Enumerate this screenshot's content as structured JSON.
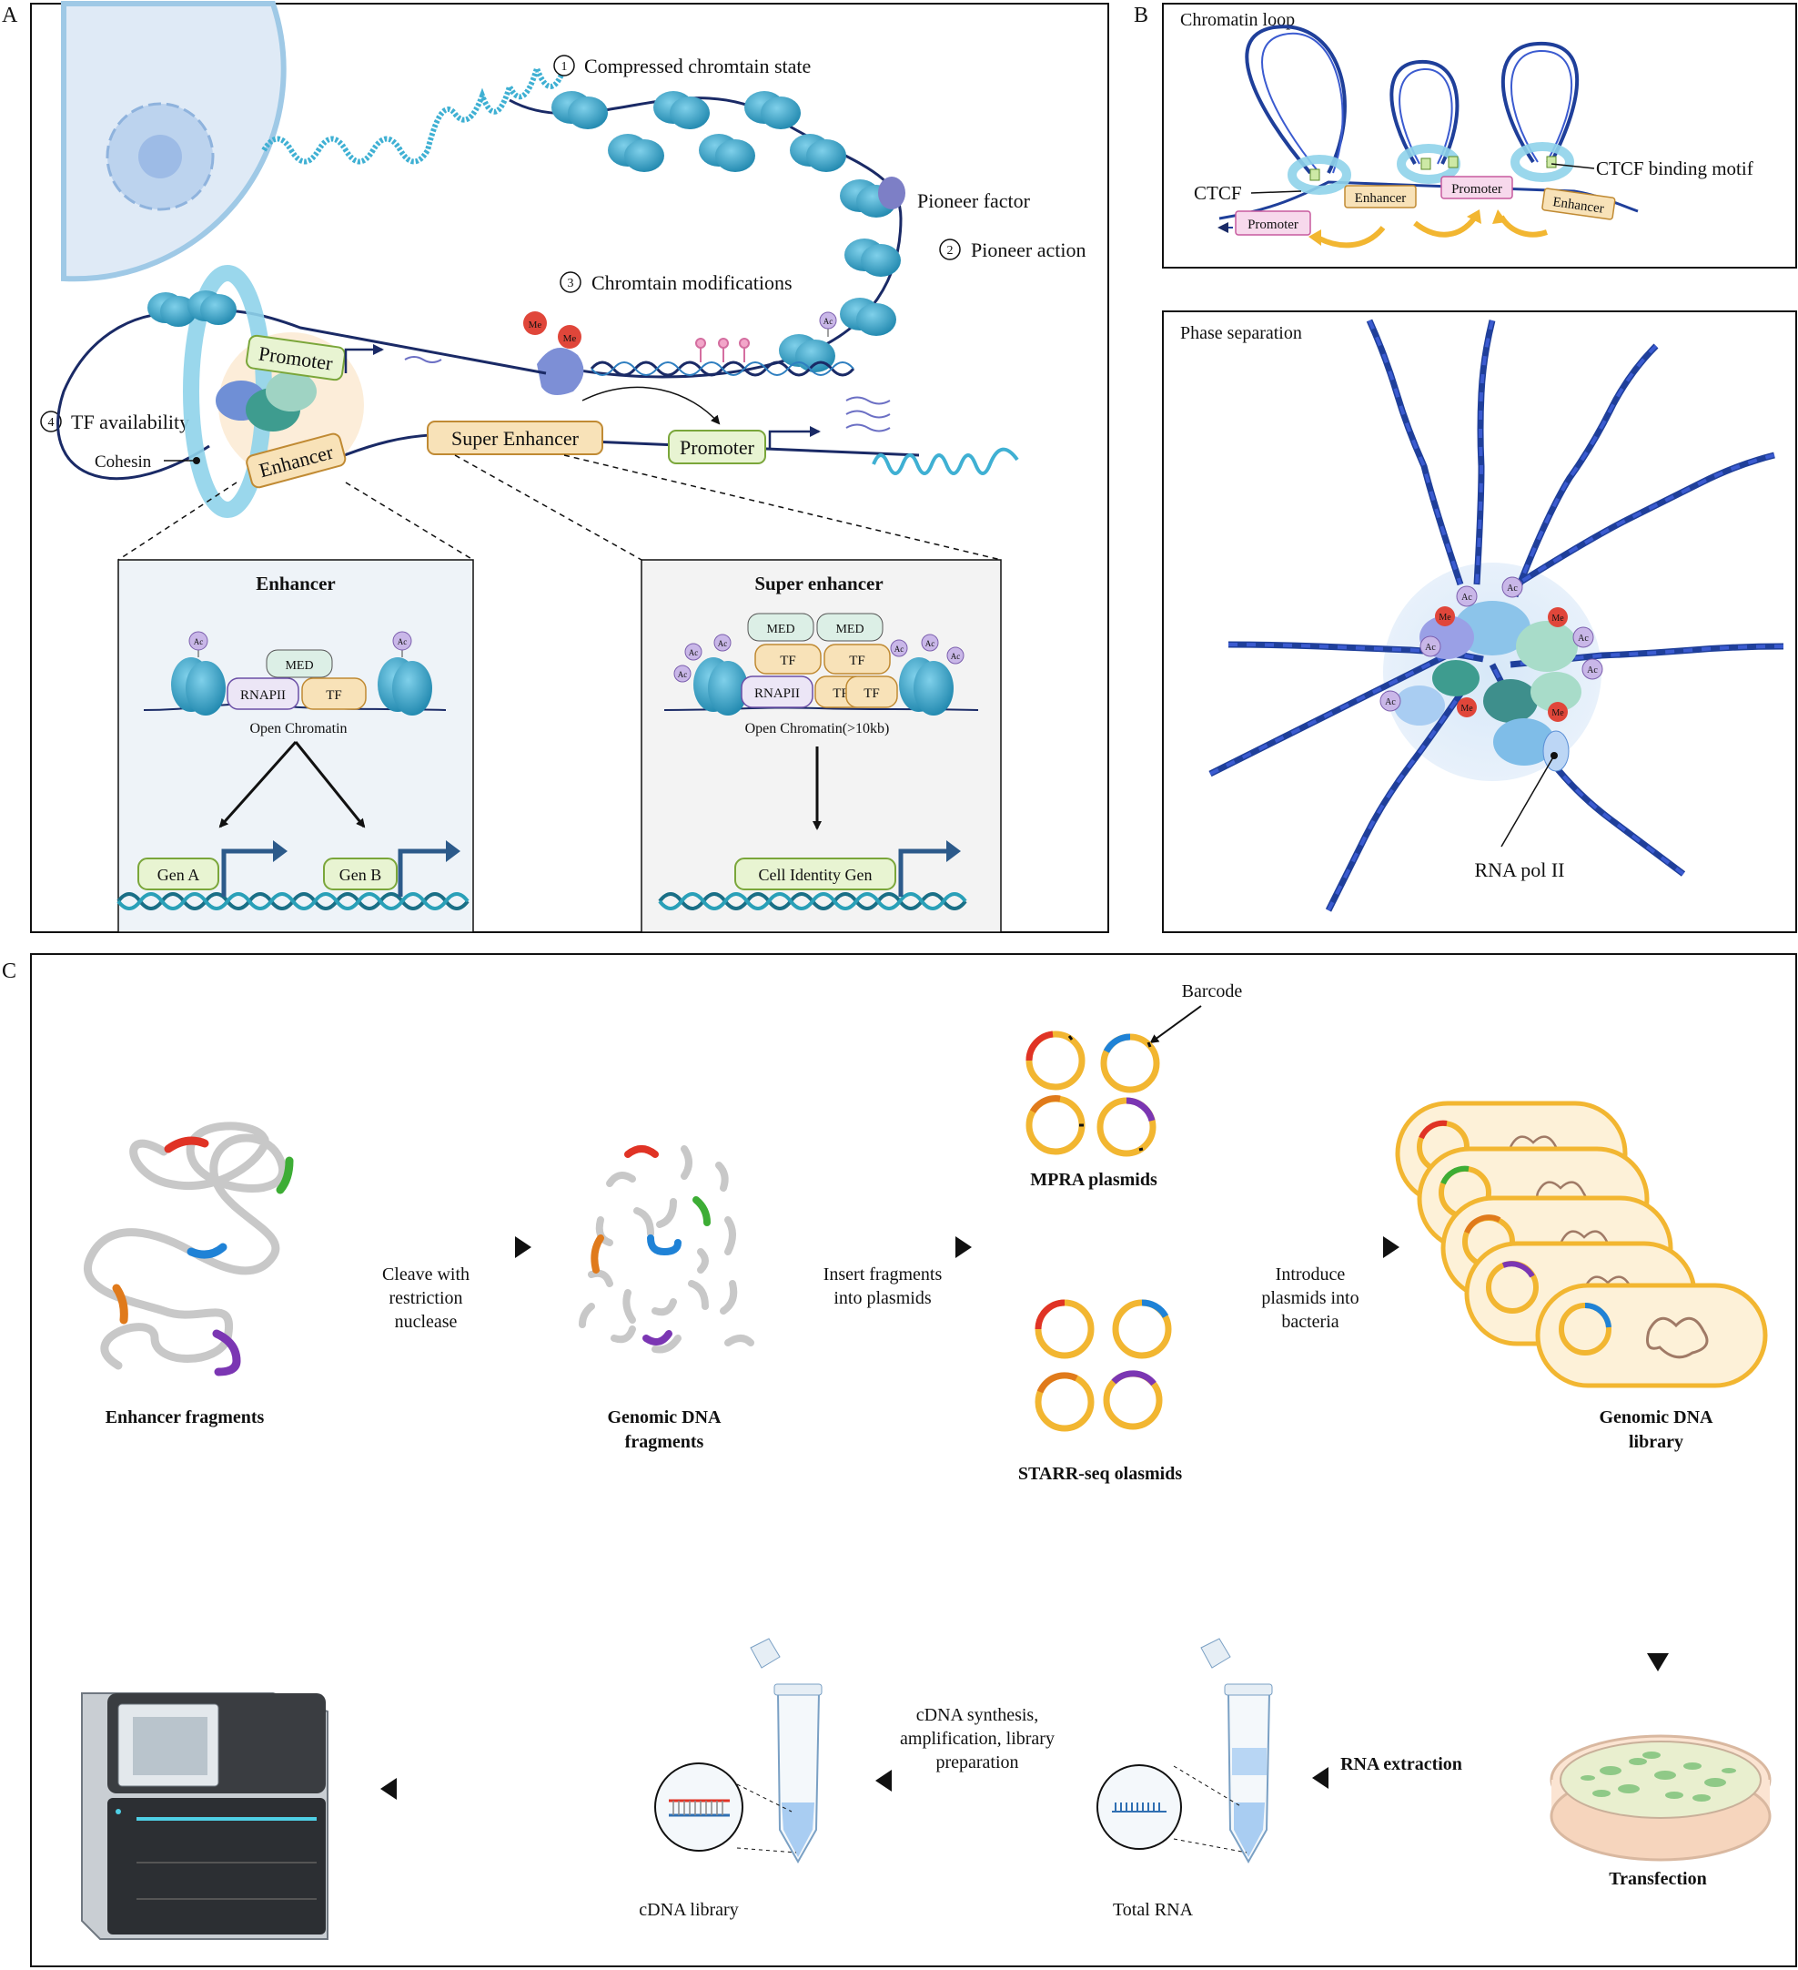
{
  "panels": {
    "a": {
      "letter": "A",
      "steps": [
        {
          "num": "1",
          "label": "Compressed chromtain state"
        },
        {
          "num": "2",
          "label": "Pioneer action"
        },
        {
          "num": "3",
          "label": "Chromtain modifications"
        },
        {
          "num": "4",
          "label": "TF availability"
        }
      ],
      "pioneer_factor": "Pioneer factor",
      "cohesin": "Cohesin",
      "boxes": {
        "promoter": "Promoter",
        "enhancer": "Enhancer",
        "super_enhancer": "Super Enhancer"
      },
      "marks": {
        "me": "Me",
        "ac": "Ac"
      },
      "inset_enhancer": {
        "title": "Enhancer",
        "med": "MED",
        "rnapii": "RNAPII",
        "tf": "TF",
        "caption": "Open Chromatin",
        "gene_a": "Gen A",
        "gene_b": "Gen B"
      },
      "inset_super": {
        "title": "Super enhancer",
        "med": "MED",
        "tf": "TF",
        "rnapii": "RNAPII",
        "caption": "Open Chromatin(>10kb)",
        "gene": "Cell Identity Gen"
      }
    },
    "b": {
      "letter": "B",
      "loop_title": "Chromatin loop",
      "ctcf": "CTCF",
      "ctcf_motif": "CTCF binding motif",
      "promoter": "Promoter",
      "enhancer": "Enhancer",
      "phase_title": "Phase separation",
      "rna_pol": "RNA pol II"
    },
    "c": {
      "letter": "C",
      "enhancer_fragments": "Enhancer fragments",
      "cleave": [
        "Cleave with",
        "restriction",
        "nuclease"
      ],
      "genomic_fragments": [
        "Genomic DNA",
        "fragments"
      ],
      "insert": [
        "Insert fragments",
        "into plasmids"
      ],
      "barcode": "Barcode",
      "mpra": "MPRA plasmids",
      "starr": "STARR-seq olasmids",
      "introduce": [
        "Introduce",
        "plasmids into",
        "bacteria"
      ],
      "library": [
        "Genomic DNA",
        "library"
      ],
      "transfection": "Transfection",
      "rna_extraction": "RNA extraction",
      "total_rna": "Total RNA",
      "cdna_steps": [
        "cDNA synthesis,",
        "amplification, library",
        "preparation"
      ],
      "cdna_library": "cDNA library"
    }
  },
  "colors": {
    "nucleosome": "#2f9fc4",
    "dna": "#1a2a66",
    "helix_blue": "#1f3f9a",
    "ring": "#8fd3ea",
    "promoter_fill": "#e8f4d2",
    "enhancer_fill": "#f8e2b8",
    "plasmid": "#f2b631",
    "red": "#e03325",
    "green": "#3dad35",
    "blue": "#1f82d6",
    "orange": "#e07a1b",
    "purple": "#7b36b3",
    "teal_dna": "#1a6f86"
  }
}
